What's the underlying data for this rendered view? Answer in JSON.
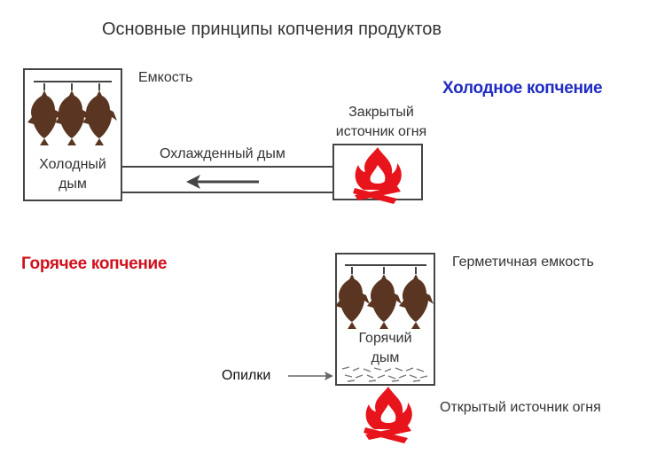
{
  "title": "Основные принципы копчения продуктов",
  "cold": {
    "heading": "Холодное копчение",
    "container_label": "Емкость",
    "smoke_label_line1": "Холодный",
    "smoke_label_line2": "дым",
    "flow_label": "Охлажденный дым",
    "fire_label_line1": "Закрытый",
    "fire_label_line2": "источник огня"
  },
  "hot": {
    "heading": "Горячее копчение",
    "container_label": "Герметичная емкость",
    "smoke_label_line1": "Горячий",
    "smoke_label_line2": "дым",
    "sawdust_label": "Опилки",
    "fire_label": "Открытый источник огня"
  },
  "colors": {
    "fish": "#5a3522",
    "fire": "#e8141c",
    "frame": "#444444",
    "cold_heading": "#1f2cc2",
    "hot_heading": "#d0101c"
  }
}
